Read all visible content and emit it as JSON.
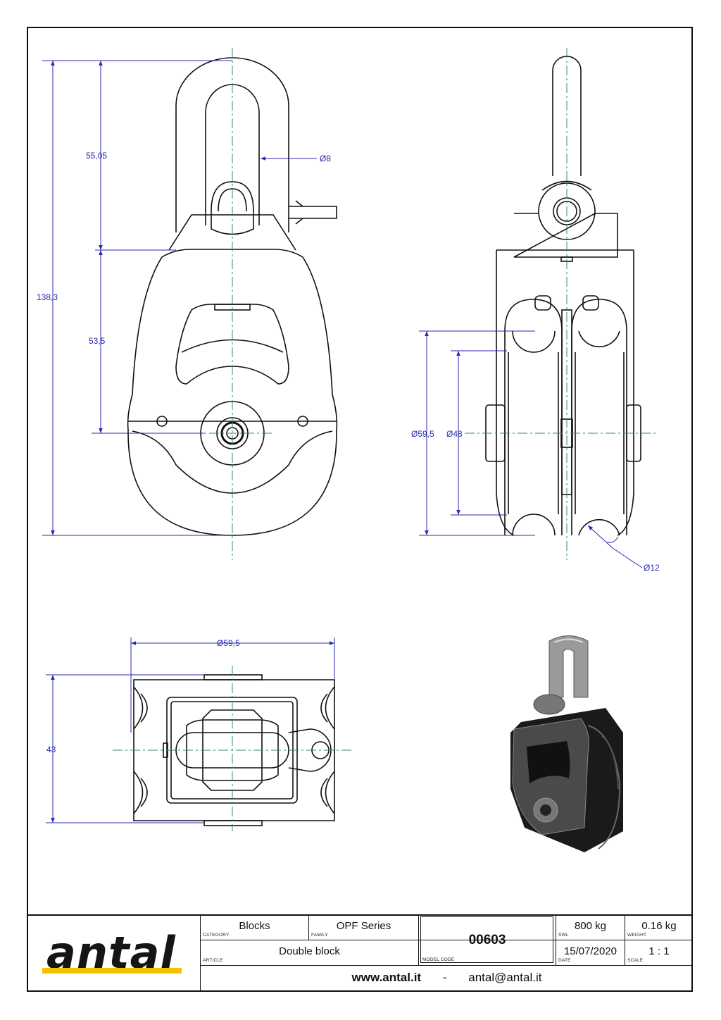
{
  "drawing": {
    "dimensions": {
      "total_height": "138,3",
      "shackle_height": "55,05",
      "body_height": "53,5",
      "pin_diameter": "Ø8",
      "sheave_outer_diameter": "Ø59,5",
      "sheave_inner_diameter": "Ø48",
      "rope_diameter": "Ø12",
      "top_view_width": "Ø59,5",
      "top_view_depth": "43"
    },
    "line_color": "#111111",
    "dimension_color": "#2a2ab0",
    "centerline_color": "#2e8b78"
  },
  "title_block": {
    "logo_text": "antal",
    "logo_accent": "#f2c200",
    "category_value": "Blocks",
    "category_caption": "CATEGORY",
    "family_value": "OPF Series",
    "family_caption": "FAMILY",
    "article_value": "Double block",
    "article_caption": "ARTICLE",
    "model_code_value": "00603",
    "model_code_caption": "MODEL CODE",
    "swl_value": "800 kg",
    "swl_caption": "SWL",
    "weight_value": "0.16 kg",
    "weight_caption": "WEIGHT",
    "date_value": "15/07/2020",
    "date_caption": "DATE",
    "scale_value": "1 : 1",
    "scale_caption": "SCALE",
    "website": "www.antal.it",
    "separator": "-",
    "email": "antal@antal.it"
  }
}
